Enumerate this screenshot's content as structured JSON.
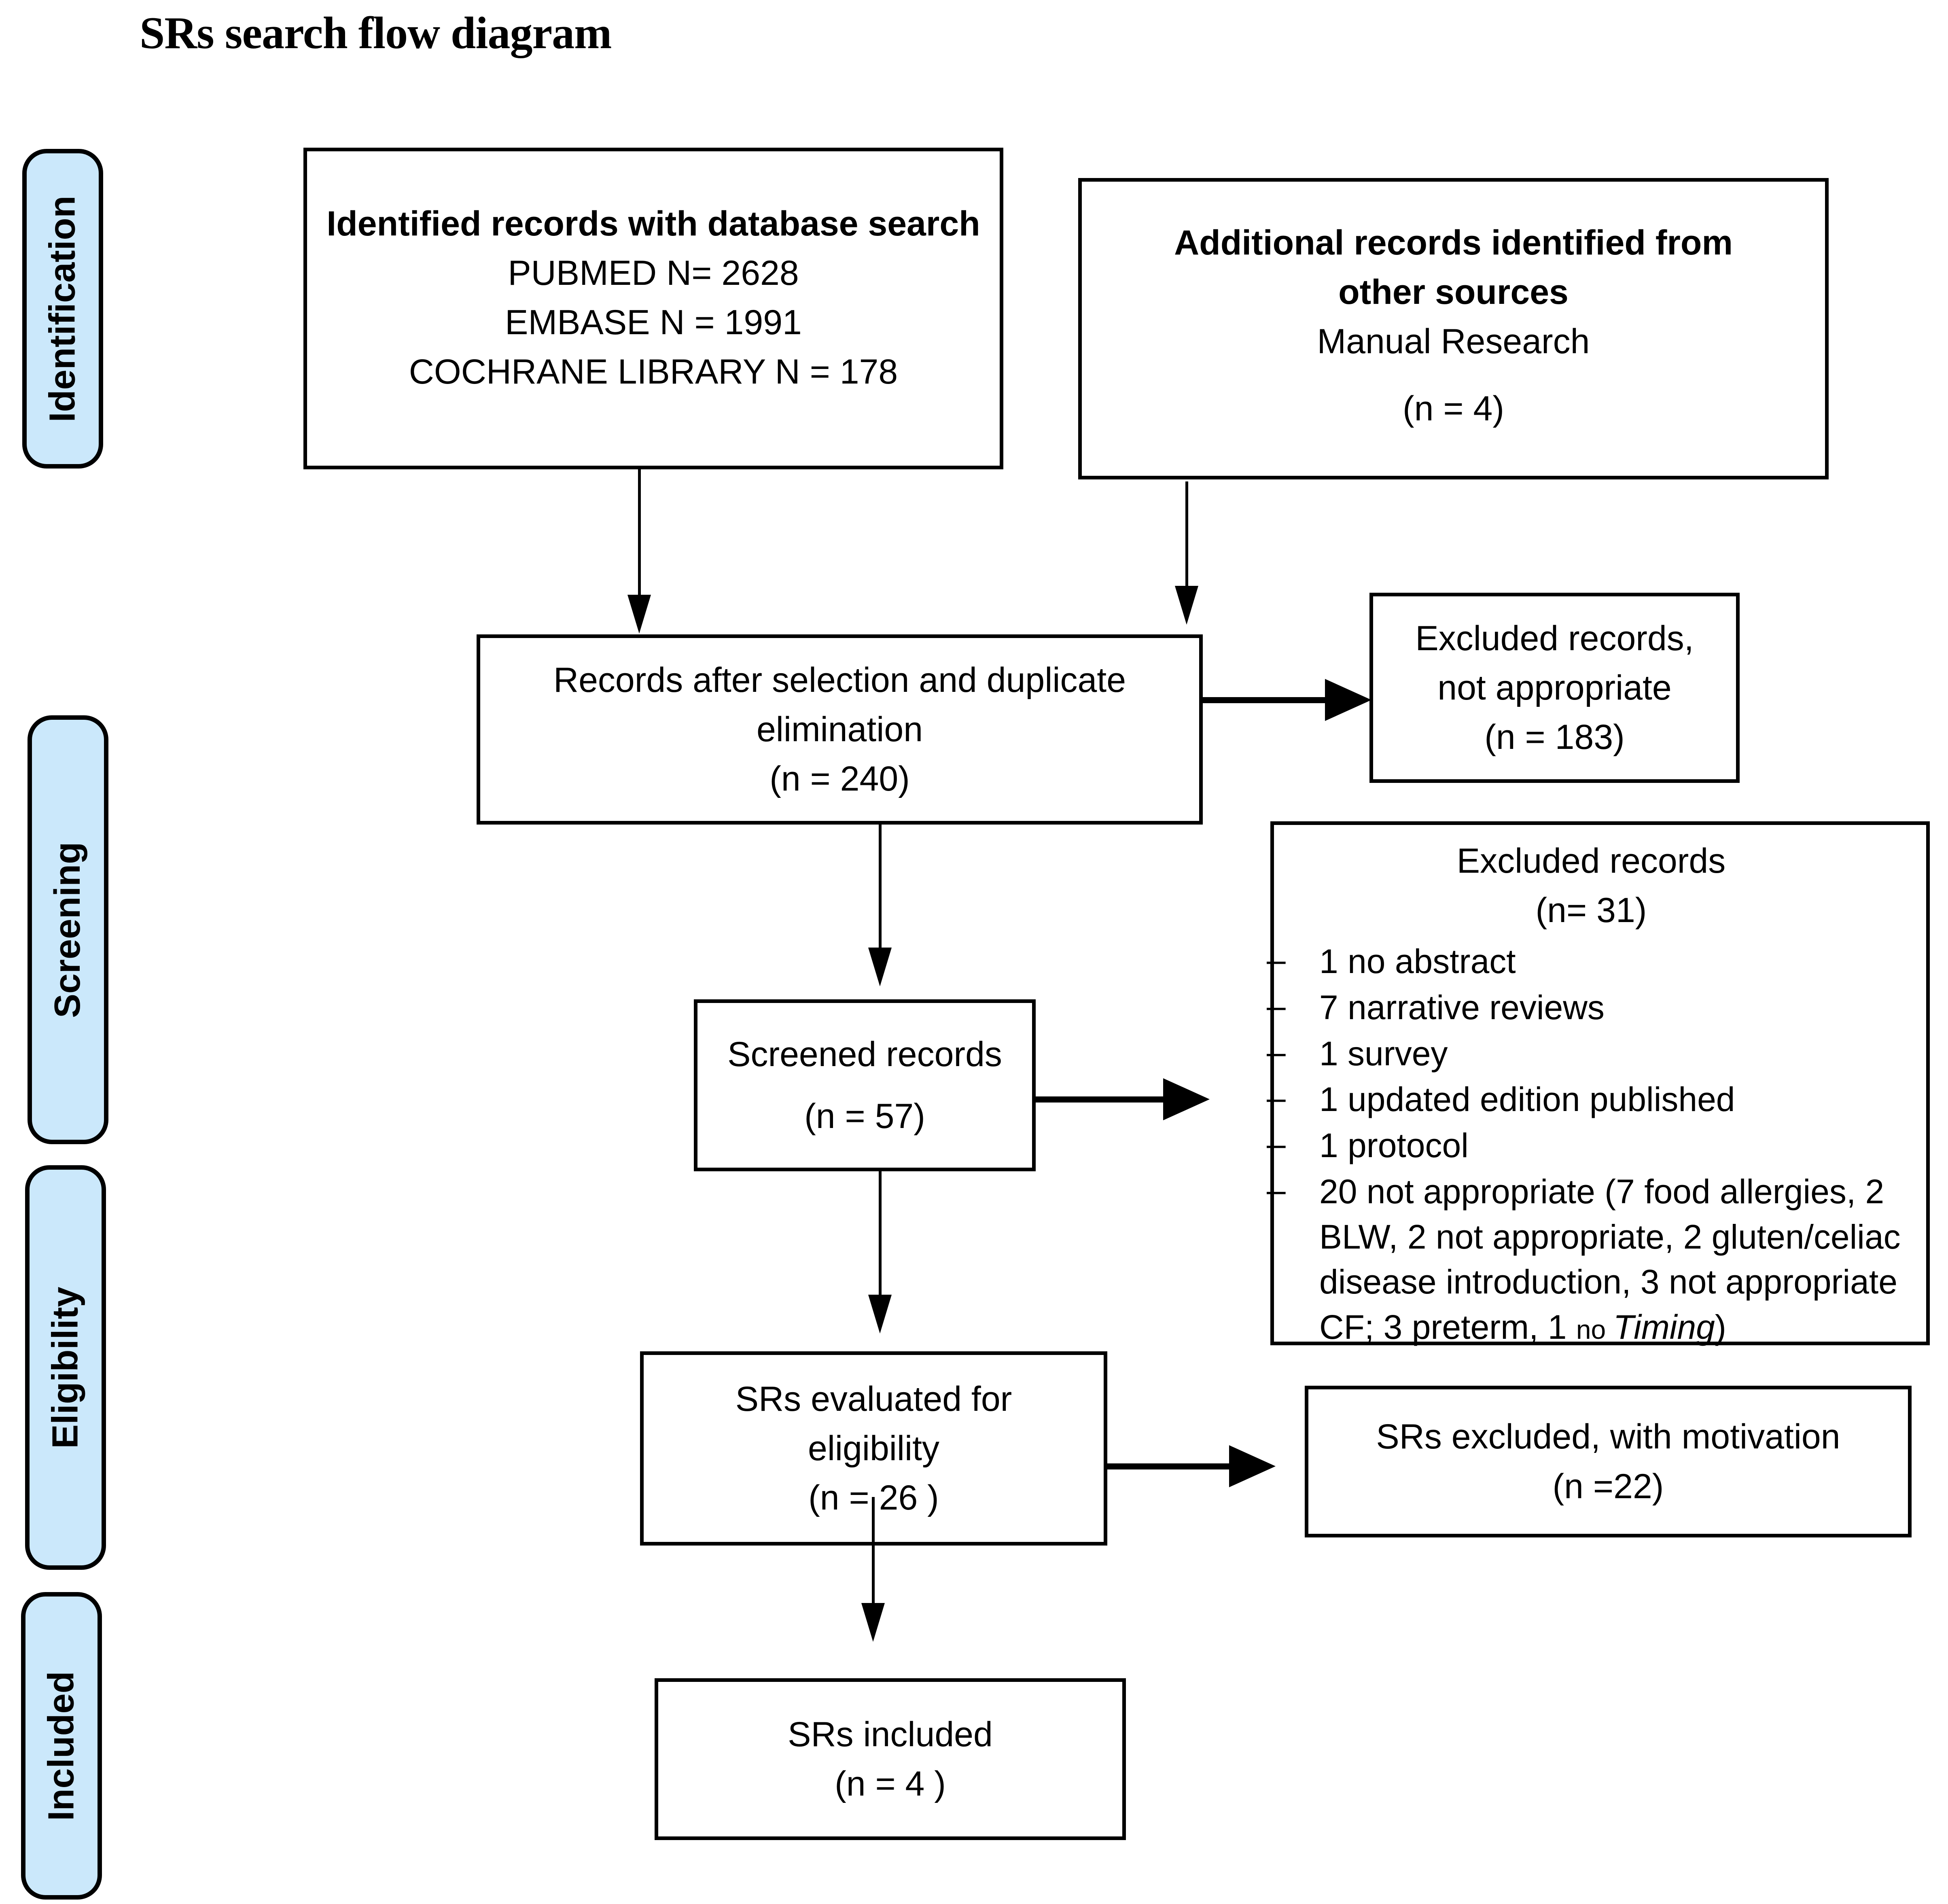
{
  "title": "SRs search flow diagram",
  "stages": [
    {
      "label": "Identification"
    },
    {
      "label": "Screening"
    },
    {
      "label": "Eligibility"
    },
    {
      "label": "Included"
    }
  ],
  "boxes": {
    "identified_records": {
      "heading": "Identified records with database search",
      "lines": [
        "PUBMED N= 2628",
        "EMBASE N = 1991",
        "COCHRANE LIBRARY N = 178"
      ]
    },
    "additional_records": {
      "heading": "Additional records identified from other sources",
      "lines": [
        "Manual Research",
        "(n = 4)"
      ]
    },
    "records_after_dedup": {
      "lines": [
        "Records after selection and duplicate",
        "elimination",
        "(n = 240)"
      ]
    },
    "excluded_not_appropriate": {
      "lines": [
        "Excluded records,",
        "not appropriate",
        "(n = 183)"
      ]
    },
    "screened_records": {
      "lines": [
        "Screened records",
        "(n = 57)"
      ]
    },
    "excluded_records_list": {
      "heading_line1": "Excluded records",
      "heading_line2": "(n= 31)",
      "items": [
        "1 no abstract",
        "7 narrative reviews",
        "1 survey",
        "1 updated edition published",
        "1 protocol"
      ],
      "last_item": {
        "part1": "20 not appropriate (7 food allergies, 2 BLW, 2 not appropriate, 2 gluten/celiac disease introduction, 3 not appropriate CF; 3 preterm, 1 ",
        "small": "no ",
        "italic": "Timing",
        "part2": ")"
      },
      "bullet": "–"
    },
    "srs_evaluated": {
      "lines": [
        "SRs evaluated for",
        "eligibility",
        "(n = 26 )"
      ]
    },
    "srs_excluded": {
      "lines": [
        "SRs excluded, with motivation",
        "(n =22)"
      ]
    },
    "srs_included": {
      "lines": [
        "SRs included",
        "(n = 4 )"
      ]
    }
  },
  "colors": {
    "stage_tab_fill": "#cbe8fb",
    "line": "#000000",
    "background": "#ffffff"
  }
}
